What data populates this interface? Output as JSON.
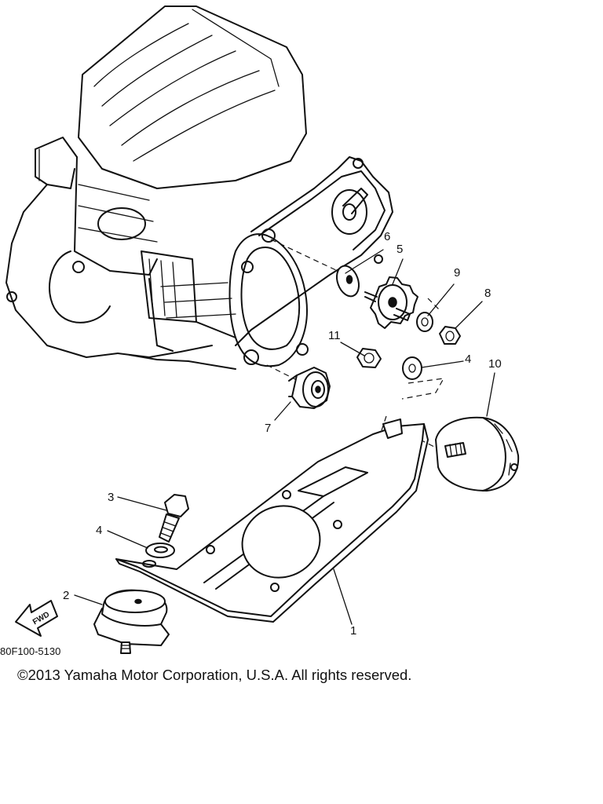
{
  "diagram": {
    "reference_code": "80F100-5130",
    "forward_label": "FWD",
    "callouts": [
      {
        "id": "p1",
        "label": "1"
      },
      {
        "id": "p2",
        "label": "2"
      },
      {
        "id": "p3",
        "label": "3"
      },
      {
        "id": "p4a",
        "label": "4"
      },
      {
        "id": "p4b",
        "label": "4"
      },
      {
        "id": "p5",
        "label": "5"
      },
      {
        "id": "p6",
        "label": "6"
      },
      {
        "id": "p7",
        "label": "7"
      },
      {
        "id": "p8",
        "label": "8"
      },
      {
        "id": "p9",
        "label": "9"
      },
      {
        "id": "p10",
        "label": "10"
      },
      {
        "id": "p11",
        "label": "11"
      }
    ]
  },
  "footer": {
    "copyright": "©2013 Yamaha Motor Corporation, U.S.A. All rights reserved."
  }
}
